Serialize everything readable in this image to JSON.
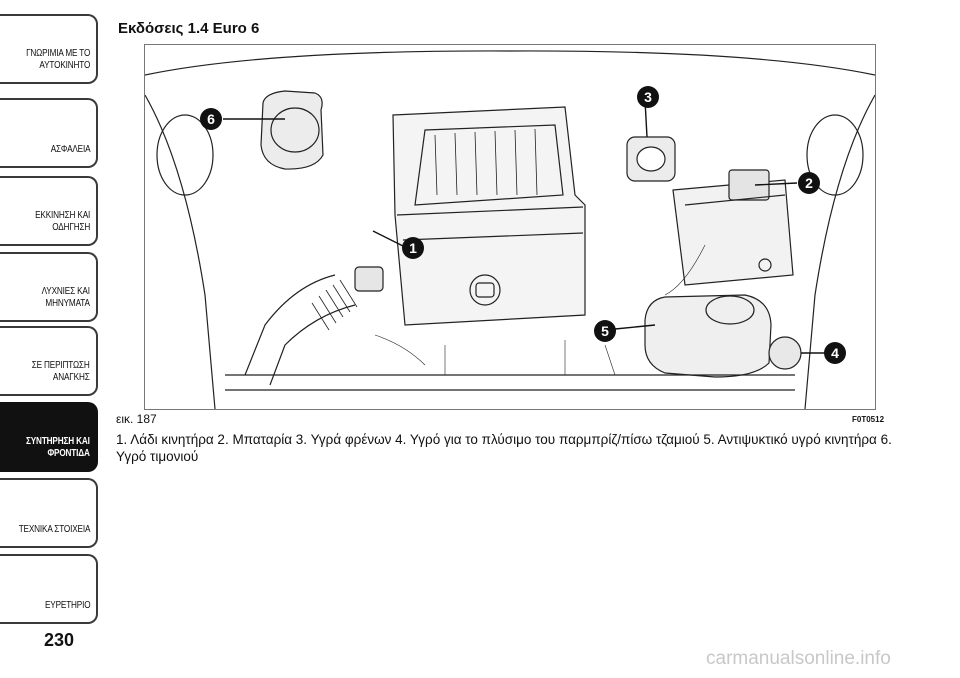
{
  "sidebar": {
    "tabs": [
      {
        "label": "ΓΝΩΡΙΜΙΑ ΜΕ ΤΟ\nΑΥΤΟΚΙΝΗΤΟ",
        "active": false
      },
      {
        "label": "ΑΣΦΑΛΕΙΑ",
        "active": false
      },
      {
        "label": "ΕΚΚΙΝΗΣΗ ΚΑΙ\nΟΔΗΓΗΣΗ",
        "active": false
      },
      {
        "label": "ΛΥΧΝΙΕΣ ΚΑΙ\nΜΗΝΥΜΑΤΑ",
        "active": false
      },
      {
        "label": "ΣΕ ΠΕΡΙΠΤΩΣΗ\nΑΝΑΓΚΗΣ",
        "active": false
      },
      {
        "label": "ΣΥΝΤΗΡΗΣΗ ΚΑΙ\nΦΡΟΝΤΙΔΑ",
        "active": true
      },
      {
        "label": "ΤΕΧΝΙΚΑ ΣΤΟΙΧΕΙΑ",
        "active": false
      },
      {
        "label": "ΕΥΡΕΤΗΡΙΟ",
        "active": false
      }
    ]
  },
  "page_number": "230",
  "section_title": "Εκδόσεις 1.4 Euro 6",
  "figure": {
    "label": "εικ. 187",
    "code": "F0T0512",
    "callouts": [
      "1",
      "2",
      "3",
      "4",
      "5",
      "6"
    ]
  },
  "caption": "1. Λάδι κινητήρα 2. Μπαταρία 3. Υγρά φρένων 4. Υγρό για το πλύσιμο του παρμπρίζ/πίσω τζαμιού 5. Αντιψυκτικό υγρό κινητήρα 6. Υγρό τιμονιού",
  "watermark": "carmanualsonline.info"
}
